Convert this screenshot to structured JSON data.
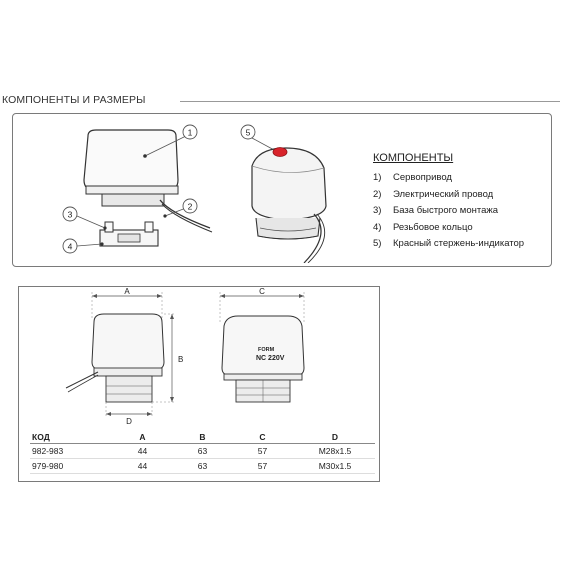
{
  "section": {
    "title": "КОМПОНЕНТЫ И РАЗМЕРЫ"
  },
  "components": {
    "title": "КОМПОНЕНТЫ",
    "items": [
      {
        "num": "1)",
        "label": "Сервопривод"
      },
      {
        "num": "2)",
        "label": "Электрический провод"
      },
      {
        "num": "3)",
        "label": "База быстрого монтажа"
      },
      {
        "num": "4)",
        "label": "Резьбовое кольцо"
      },
      {
        "num": "5)",
        "label": "Красный стержень-индикатор"
      }
    ]
  },
  "callouts": {
    "c1": "1",
    "c2": "2",
    "c3": "3",
    "c4": "4",
    "c5": "5"
  },
  "dimensions": {
    "a": "A",
    "b": "B",
    "c": "C",
    "d": "D",
    "device_marking": "NC 220V",
    "brand_mark": "FORM"
  },
  "table": {
    "headers": [
      "КОД",
      "A",
      "B",
      "C",
      "D"
    ],
    "rows": [
      [
        "982-983",
        "44",
        "63",
        "57",
        "M28x1.5"
      ],
      [
        "979-980",
        "44",
        "63",
        "57",
        "M30x1.5"
      ]
    ]
  },
  "colors": {
    "indicator": "#d8232a",
    "line": "#555555"
  }
}
